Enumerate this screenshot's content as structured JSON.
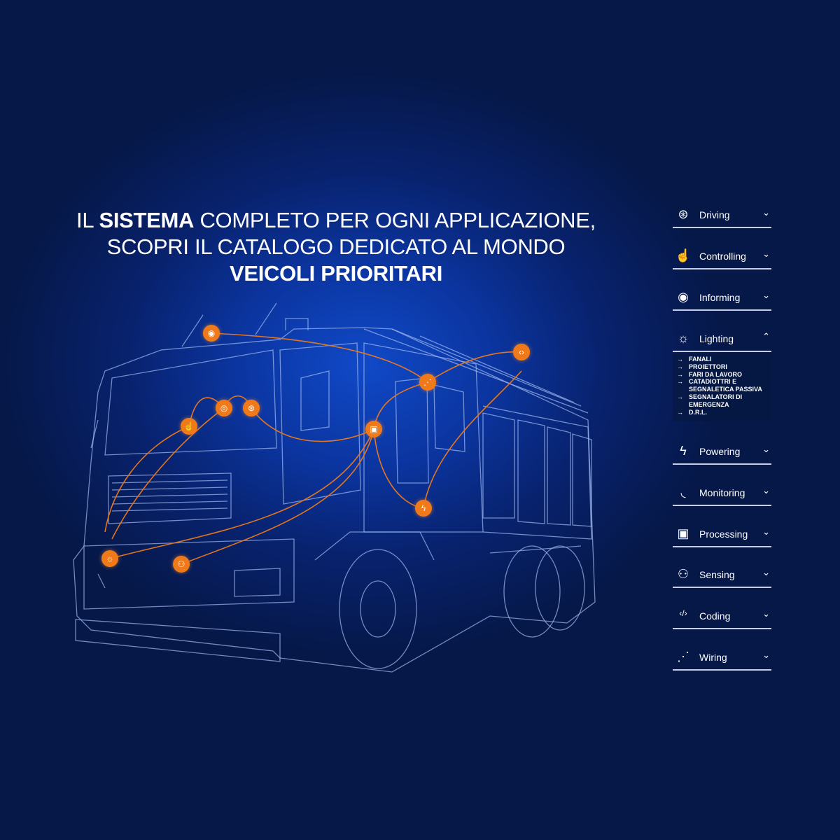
{
  "headline": {
    "line1_pre": "IL ",
    "line1_bold": "SISTEMA",
    "line1_post": " COMPLETO PER OGNI APPLICAZIONE,",
    "line2": "SCOPRI IL CATALOGO DEDICATO AL MONDO",
    "line3": "VEICOLI PRIORITARI"
  },
  "menu": [
    {
      "label": "Driving",
      "icon": "steering-wheel-icon",
      "expanded": false
    },
    {
      "label": "Controlling",
      "icon": "touch-hand-icon",
      "expanded": false
    },
    {
      "label": "Informing",
      "icon": "eye-icon",
      "expanded": false
    },
    {
      "label": "Lighting",
      "icon": "sun-icon",
      "expanded": true,
      "items": [
        "FANALI",
        "PROIETTORI",
        "FARI DA LAVORO",
        "CATADIOTTRI E SEGNALETICA PASSIVA",
        "SEGNALATORI DI EMERGENZA",
        "D.R.L."
      ]
    },
    {
      "label": "Powering",
      "icon": "lightning-icon",
      "expanded": false
    },
    {
      "label": "Monitoring",
      "icon": "rss-icon",
      "expanded": false
    },
    {
      "label": "Processing",
      "icon": "chip-icon",
      "expanded": false
    },
    {
      "label": "Sensing",
      "icon": "sensor-person-icon",
      "expanded": false
    },
    {
      "label": "Coding",
      "icon": "code-icon",
      "expanded": false
    },
    {
      "label": "Wiring",
      "icon": "network-icon",
      "expanded": false
    }
  ],
  "colors": {
    "accent": "#f07a1a",
    "background": "#0b35a0"
  }
}
